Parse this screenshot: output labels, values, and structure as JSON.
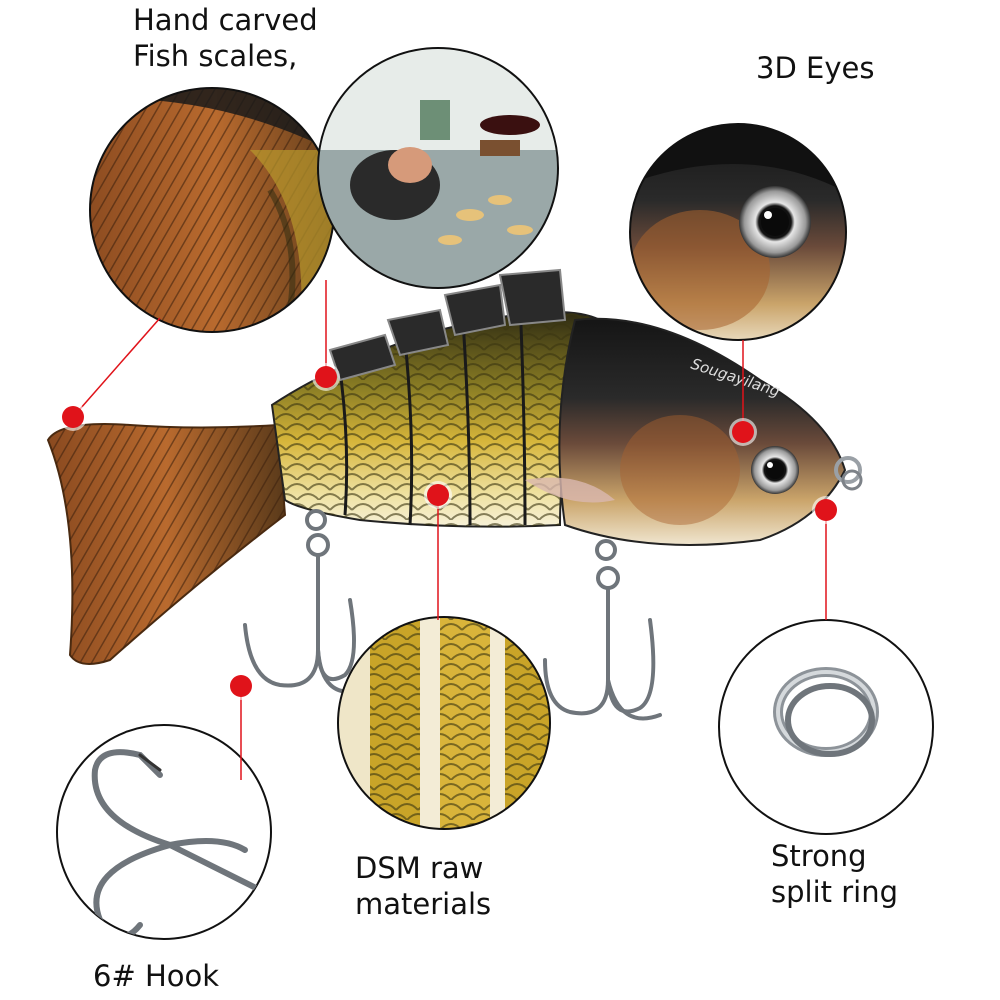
{
  "labels": {
    "fish_scales": {
      "line1": "Hand carved",
      "line2": "Fish scales,"
    },
    "eyes": {
      "line1": "3D Eyes"
    },
    "hook": {
      "line1": "6# Hook"
    },
    "materials": {
      "line1": "DSM raw",
      "line2": "materials"
    },
    "split_ring": {
      "line1": "Strong",
      "line2": "split ring"
    }
  },
  "lure": {
    "body_logo_text": "Sougayilang"
  },
  "colors": {
    "marker": "#e0131a",
    "leader_line": "#e0131a",
    "callout_border": "#111111",
    "scale_gold": "#c9a428",
    "scale_olive": "#5f5a1e",
    "fin_orange": "#b5612a",
    "head_dark": "#1c1c1c",
    "steel": "#9aa0a6"
  }
}
